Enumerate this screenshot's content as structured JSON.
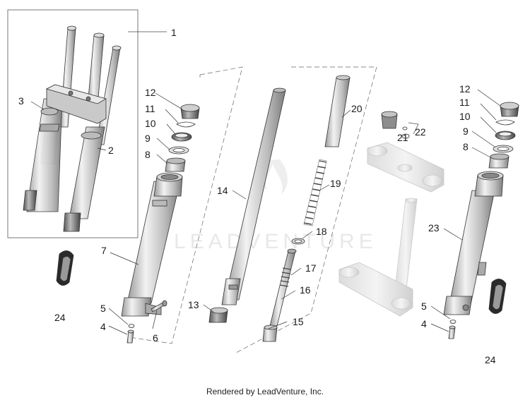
{
  "watermark": "LEADVENTURE",
  "footer": "Rendered by LeadVenture, Inc.",
  "callouts": {
    "c1": "1",
    "c2": "2",
    "c3": "3",
    "c4a": "4",
    "c5a": "5",
    "c6": "6",
    "c7": "7",
    "c8a": "8",
    "c9a": "9",
    "c10a": "10",
    "c11a": "11",
    "c12a": "12",
    "c13": "13",
    "c14": "14",
    "c15": "15",
    "c16": "16",
    "c17": "17",
    "c18": "18",
    "c19": "19",
    "c20": "20",
    "c21": "21",
    "c22": "22",
    "c23": "23",
    "c24a": "24",
    "c4b": "4",
    "c5b": "5",
    "c8b": "8",
    "c9b": "9",
    "c10b": "10",
    "c11b": "11",
    "c12b": "12",
    "c24b": "24"
  }
}
